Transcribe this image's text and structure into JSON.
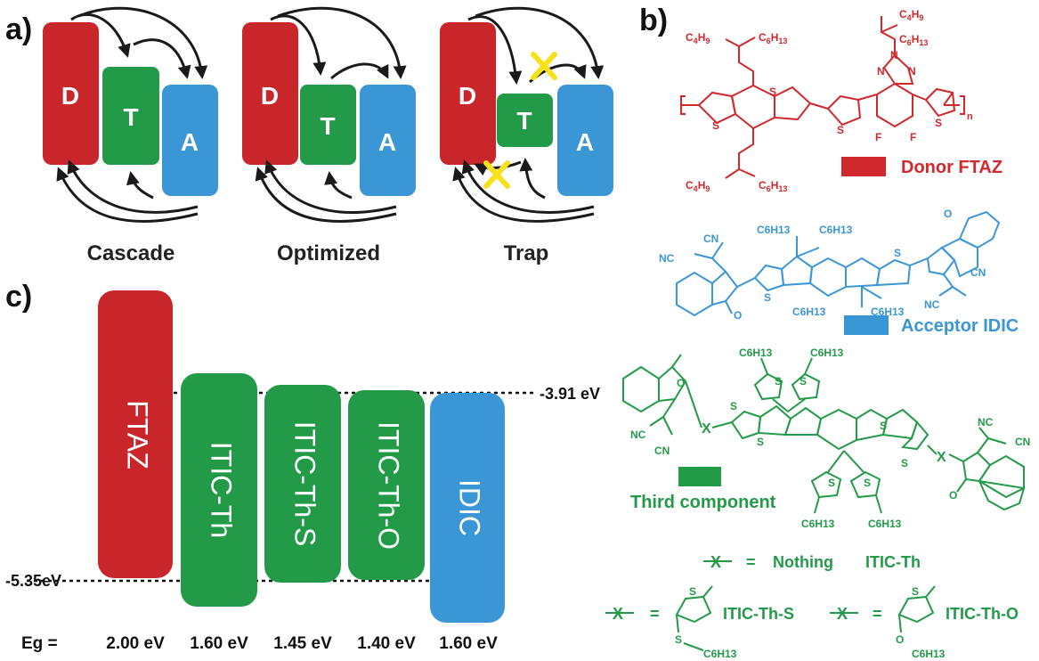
{
  "panel_labels": {
    "a": "a)",
    "b": "b)",
    "c": "c)"
  },
  "panel_a": {
    "boxes": {
      "donor": "D",
      "third": "T",
      "acceptor": "A"
    },
    "schemes": [
      "Cascade",
      "Optimized",
      "Trap"
    ]
  },
  "panel_b": {
    "donor": {
      "legend": "Donor FTAZ",
      "atoms": {
        "s": "S",
        "n": "N",
        "f": "F",
        "n_sub": "n",
        "chain_c4": "C",
        "chain_c4_h": "H",
        "chain_c4_n": "4",
        "chain_c4_hn": "9",
        "chain_c6": "C",
        "chain_c6_h": "H",
        "chain_c6_n": "6",
        "chain_c6_hn": "13"
      }
    },
    "acceptor": {
      "legend": "Acceptor IDIC",
      "atoms": {
        "s": "S",
        "o": "O",
        "nc": "NC",
        "cn": "CN",
        "c6h13": "C6H13"
      }
    },
    "third": {
      "legend": "Third component",
      "atoms": {
        "s": "S",
        "o": "O",
        "nc": "NC",
        "cn": "CN",
        "c6h13": "C6H13",
        "x": "X"
      },
      "definitions": [
        {
          "symbol": "X",
          "eq": "=",
          "value": "Nothing",
          "name": "ITIC-Th"
        },
        {
          "symbol": "X",
          "eq": "=",
          "value": "",
          "name": "ITIC-Th-S"
        },
        {
          "symbol": "X",
          "eq": "=",
          "value": "",
          "name": "ITIC-Th-O"
        }
      ],
      "substituents": {
        "s_hex": "S",
        "o_hex": "O",
        "c6h13": "C6H13"
      }
    }
  },
  "panel_c": {
    "lumo_label": "-3.91 eV",
    "homo_label": "-5.35eV",
    "eg_prefix": "Eg =",
    "materials": [
      {
        "name": "FTAZ",
        "eg": "2.00 eV",
        "color": "#c8262b"
      },
      {
        "name": "ITIC-Th",
        "eg": "1.60 eV",
        "color": "#239a48"
      },
      {
        "name": "ITIC-Th-S",
        "eg": "1.45 eV",
        "color": "#239a48"
      },
      {
        "name": "ITIC-Th-O",
        "eg": "1.40 eV",
        "color": "#239a48"
      },
      {
        "name": "IDIC",
        "eg": "1.60 eV",
        "color": "#3b96d5"
      }
    ]
  },
  "colors": {
    "donor": "#c8262b",
    "third": "#239a48",
    "acceptor": "#3b96d5",
    "blocked": "#f6e11b"
  }
}
